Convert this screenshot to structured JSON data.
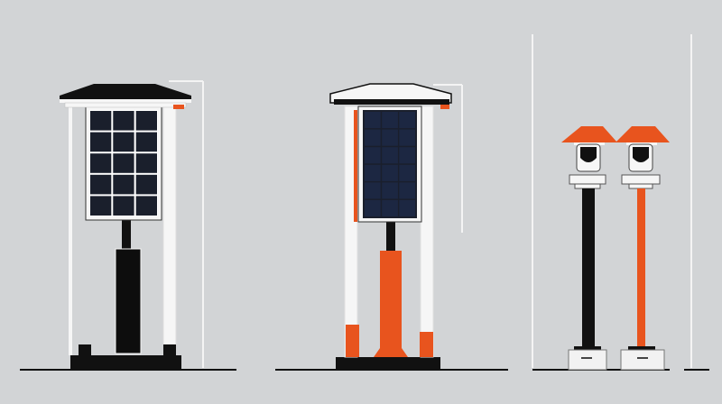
{
  "palette": {
    "background": "#d2d4d6",
    "black": "#111111",
    "white": "#f6f6f6",
    "orange": "#e8541e",
    "panel_dark": "#1a1f2c",
    "panel_blue": "#1c2742",
    "outline": "#444444"
  },
  "objects": {
    "left": "solar-kiosk-black",
    "middle": "solar-kiosk-orange",
    "right": "pair-of-garden-lamps"
  }
}
